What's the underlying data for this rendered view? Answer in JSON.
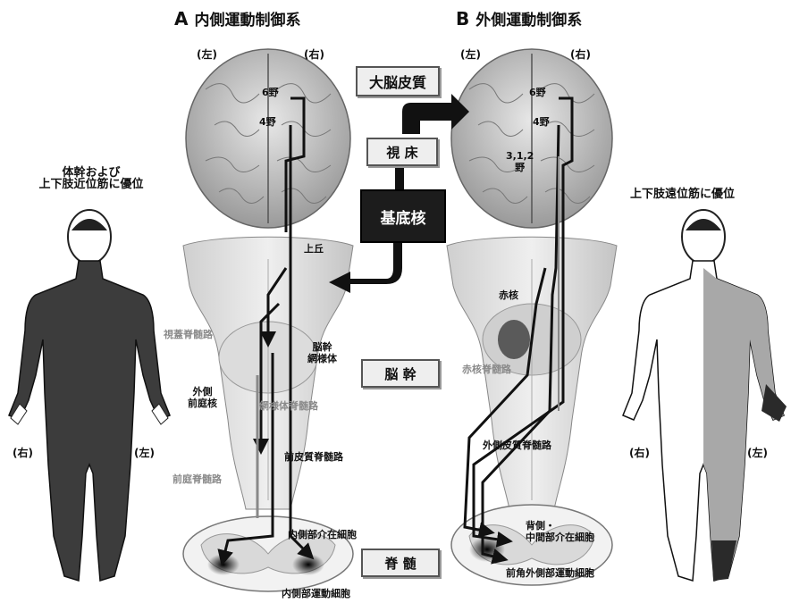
{
  "panel_a": {
    "letter": "A",
    "title": "内側運動制御系",
    "brain_left": "(左)",
    "brain_right": "(右)",
    "area6": "6野",
    "area4": "4野",
    "superior_colliculus": "上丘",
    "tectospinal": "視蓋脊髄路",
    "reticular_formation": "脳幹\n網様体",
    "vestibular_nucleus": "外側\n前庭核",
    "reticulospinal": "網様体脊髄路",
    "ant_corticospinal": "前皮質脊髄路",
    "vestibulospinal": "前庭脊髄路",
    "interneuron": "内側部介在細胞",
    "motor_neuron": "内側部運動細胞",
    "body_caption": "体幹および\n上下肢近位筋に優位",
    "body_right": "(右)",
    "body_left": "(左)"
  },
  "panel_b": {
    "letter": "B",
    "title": "外側運動制御系",
    "brain_left": "(左)",
    "brain_right": "(右)",
    "area6": "6野",
    "area4": "4野",
    "area312": "3,1,2\n野",
    "red_nucleus": "赤核",
    "rubrospinal": "赤核脊髄路",
    "lat_corticospinal": "外側皮質脊髄路",
    "interneuron": "背側・\n中間部介在細胞",
    "motor_neuron": "前角外側部運動細胞",
    "body_caption": "上下肢遠位筋に優位",
    "body_right": "(右)",
    "body_left": "(左)"
  },
  "center": {
    "cortex": "大脳皮質",
    "thalamus": "視 床",
    "basal_ganglia": "基底核",
    "brainstem": "脳 幹",
    "spinal_cord": "脊 髄"
  },
  "colors": {
    "body_dark": "#3c3c3c",
    "body_grey": "#a8a8a8",
    "brain_grey": "#c9c9c9",
    "box_light": "#eeeeee",
    "box_dark": "#1c1c1c"
  }
}
